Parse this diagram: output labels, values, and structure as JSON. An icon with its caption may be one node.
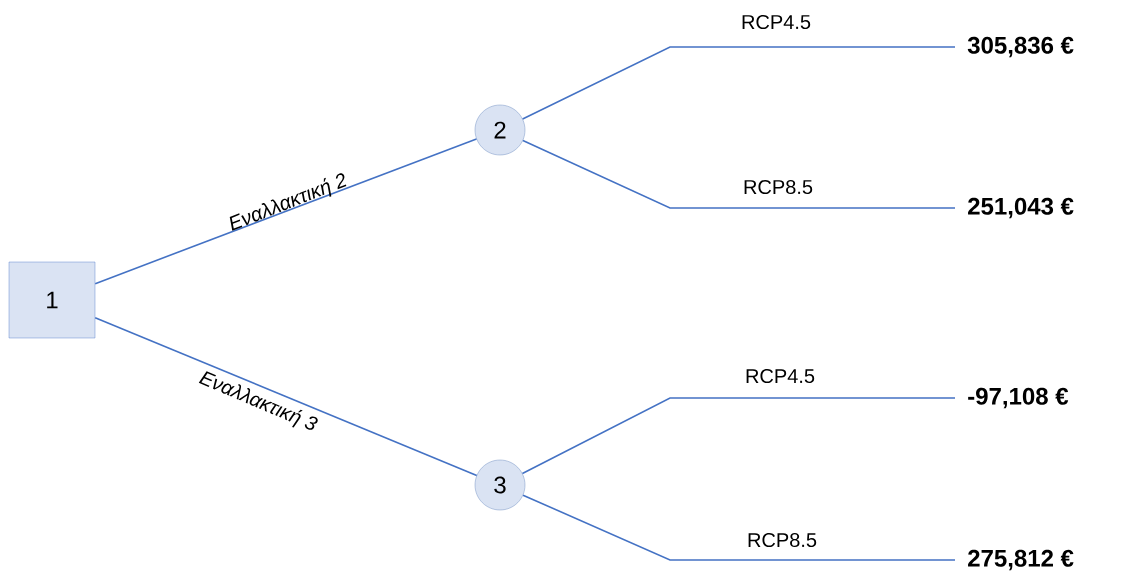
{
  "diagram": {
    "nodes": [
      {
        "text": [
          "1"
        ]
      },
      {
        "text": [
          "2"
        ]
      },
      {
        "text": [
          "3"
        ]
      },
      {
        "text": [
          "**305,836 €**"
        ]
      },
      {
        "text": [
          "**251,043 €**"
        ]
      },
      {
        "text": [
          "**-97,108 €**"
        ]
      },
      {
        "text": [
          "**275,812 €**"
        ]
      }
    ],
    "edges": [
      {
        "from": 0,
        "to": 1,
        "arrow": "none",
        "label": "*Εναλλακτική 2*"
      },
      {
        "from": 0,
        "to": 2,
        "arrow": "none",
        "label": "*Εναλλακτική 3*"
      },
      {
        "from": 1,
        "to": 3,
        "arrow": "none",
        "label": "RCP4.5"
      },
      {
        "from": 1,
        "to": 4,
        "arrow": "none",
        "label": "RCP8.5"
      },
      {
        "from": 2,
        "to": 5,
        "arrow": "none",
        "label": "RCP4.5"
      },
      {
        "from": 2,
        "to": 6,
        "arrow": "none",
        "label": "RCP8.5"
      }
    ]
  }
}
